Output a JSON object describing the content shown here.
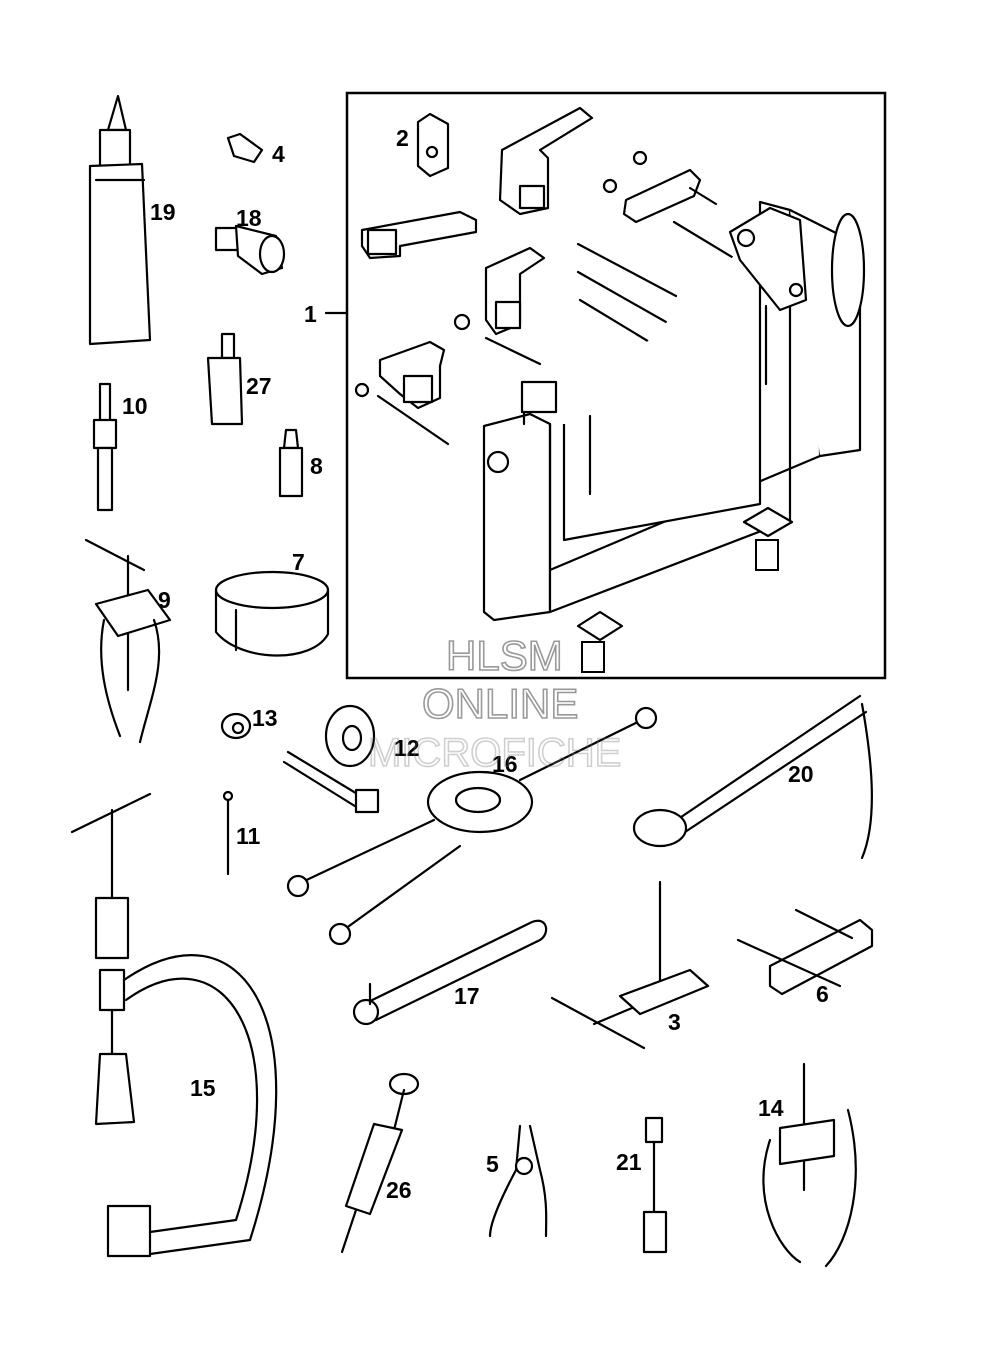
{
  "callouts": {
    "c1": "1",
    "c2": "2",
    "c3": "3",
    "c4": "4",
    "c5": "5",
    "c6": "6",
    "c7": "7",
    "c8": "8",
    "c9": "9",
    "c10": "10",
    "c11": "11",
    "c12": "12",
    "c13": "13",
    "c14": "14",
    "c15": "15",
    "c16": "16",
    "c17": "17",
    "c18": "18",
    "c19": "19",
    "c20": "20",
    "c21": "21",
    "c26": "26",
    "c27": "27"
  },
  "watermark": {
    "line1": "HLSM",
    "line2": "ONLINE",
    "line3": "MICROFICHE"
  }
}
